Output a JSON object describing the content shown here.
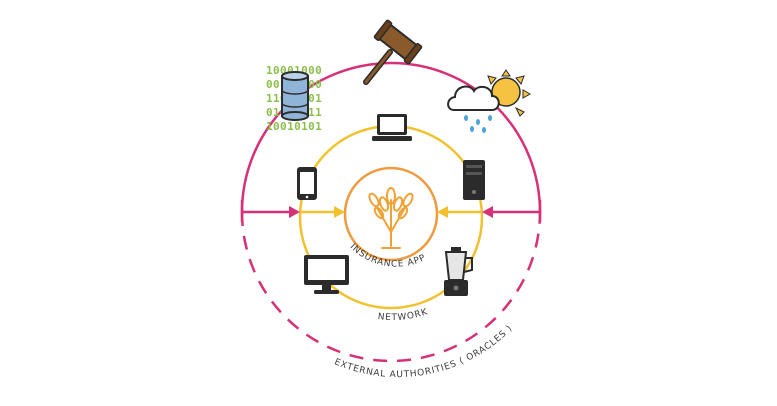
{
  "labels": {
    "insurance_app": "INSURANCE APP",
    "network": "NETWORK",
    "external": "EXTERNAL AUTHORITIES ( ORACLES )"
  },
  "binary_rows": [
    "10001000",
    "00110000",
    "11010101",
    "01000011",
    "10010101"
  ],
  "colors": {
    "outer_ring": "#d63079",
    "inner_ring": "#f2c12e",
    "app_ring": "#ef9a3e",
    "wheat": "#f0a236",
    "binary": "#8bbf4a",
    "sun": "#f5c242",
    "cloud_stroke": "#2b2b2b",
    "rain": "#4aa3d8",
    "server_blue": "#8fb4d8",
    "gavel": "#8b5a2b"
  },
  "icons": [
    "database-icon",
    "gavel-icon",
    "weather-icon",
    "wheat-icon",
    "laptop-icon",
    "phone-icon",
    "server-tower-icon",
    "monitor-icon",
    "blender-icon"
  ]
}
